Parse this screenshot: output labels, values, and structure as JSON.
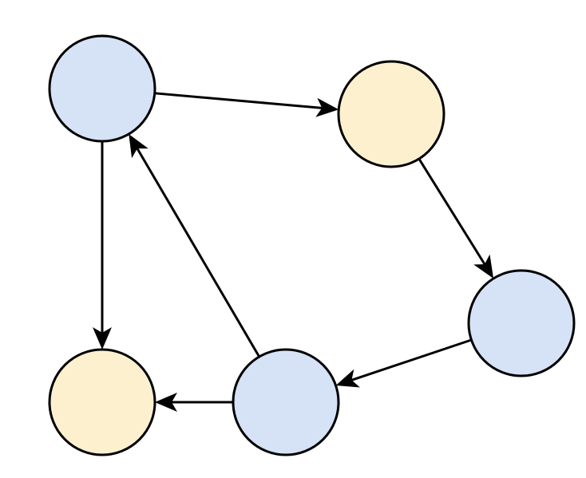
{
  "diagram": {
    "type": "directed-graph",
    "colors": {
      "blue_fill": "#d6e2f5",
      "yellow_fill": "#fdf0cf",
      "stroke": "#000000",
      "background": "#ffffff"
    },
    "nodes": [
      {
        "id": "n1",
        "color": "blue",
        "label": ""
      },
      {
        "id": "n2",
        "color": "yellow",
        "label": ""
      },
      {
        "id": "n3",
        "color": "blue",
        "label": ""
      },
      {
        "id": "n4",
        "color": "blue",
        "label": ""
      },
      {
        "id": "n5",
        "color": "yellow",
        "label": ""
      }
    ],
    "edges": [
      {
        "from": "n1",
        "to": "n2"
      },
      {
        "from": "n2",
        "to": "n3"
      },
      {
        "from": "n3",
        "to": "n4"
      },
      {
        "from": "n4",
        "to": "n1"
      },
      {
        "from": "n4",
        "to": "n5"
      },
      {
        "from": "n1",
        "to": "n5"
      }
    ]
  }
}
